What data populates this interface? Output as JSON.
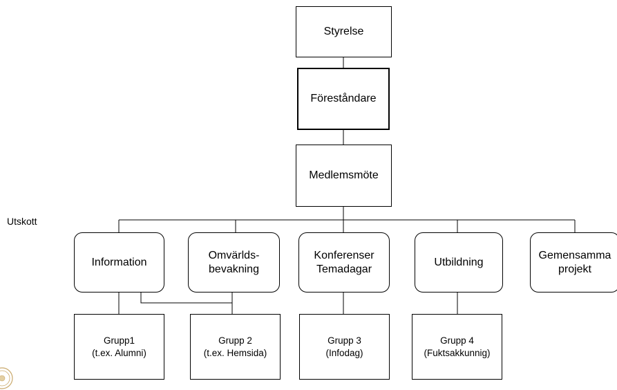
{
  "diagram": {
    "side_label": "Utskott",
    "top": {
      "styrelse": "Styrelse",
      "forestandare": "Föreståndare",
      "medlemsmote": "Medlemsmöte"
    },
    "committees": [
      "Information",
      "Omvärlds-\nbevakning",
      "Konferenser\nTemadagar",
      "Utbildning",
      "Gemensamma\nprojekt"
    ],
    "groups": [
      "Grupp1\n(t.ex. Alumni)",
      "Grupp 2\n(t.ex. Hemsida)",
      "Grupp 3\n(Infodag)",
      "Grupp 4\n(Fuktsakkunnig)"
    ]
  },
  "colors": {
    "line": "#000000",
    "box_border": "#000000",
    "seal": "#c9a86a"
  }
}
